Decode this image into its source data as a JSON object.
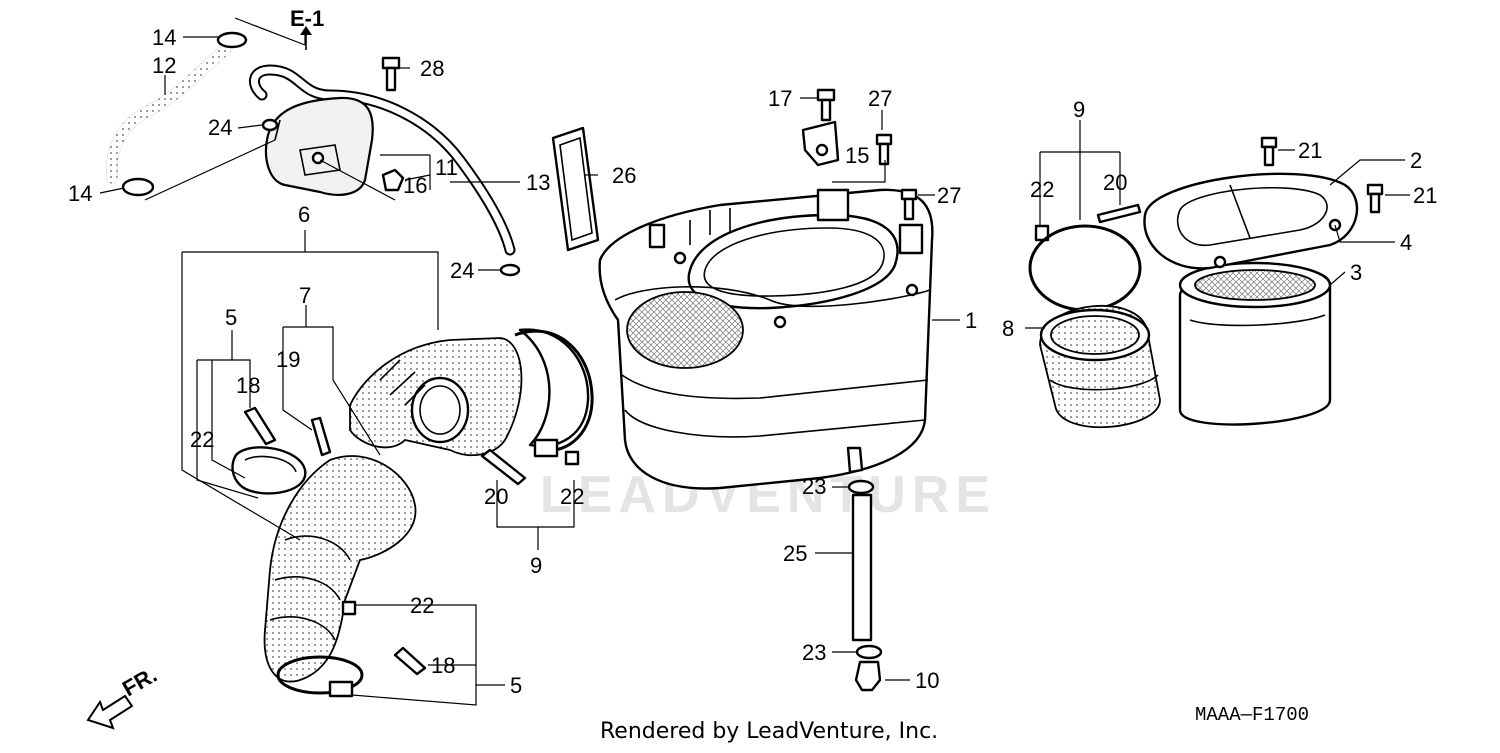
{
  "diagram": {
    "reference_code": "MAAA—F1700",
    "reference_label": "E-1",
    "direction_label": "FR.",
    "footer": "Rendered by LeadVenture, Inc.",
    "watermark": "LEADVENTURE",
    "callouts": {
      "c14a": "14",
      "c12": "12",
      "c24a": "24",
      "c14b": "14",
      "c28": "28",
      "c16": "16",
      "c11": "11",
      "c13": "13",
      "c24b": "24",
      "c26": "26",
      "c17": "17",
      "c27a": "27",
      "c15": "15",
      "c27b": "27",
      "c6": "6",
      "c7": "7",
      "c5a": "5",
      "c19": "19",
      "c18a": "18",
      "c22a": "22",
      "c20a": "20",
      "c22b": "22",
      "c9a": "9",
      "c1": "1",
      "c23a": "23",
      "c25": "25",
      "c23b": "23",
      "c10": "10",
      "c22c": "22",
      "c18b": "18",
      "c5b": "5",
      "c9b": "9",
      "c22d": "22",
      "c20b": "20",
      "c8": "8",
      "c21a": "21",
      "c2": "2",
      "c21b": "21",
      "c4": "4",
      "c3": "3"
    }
  }
}
